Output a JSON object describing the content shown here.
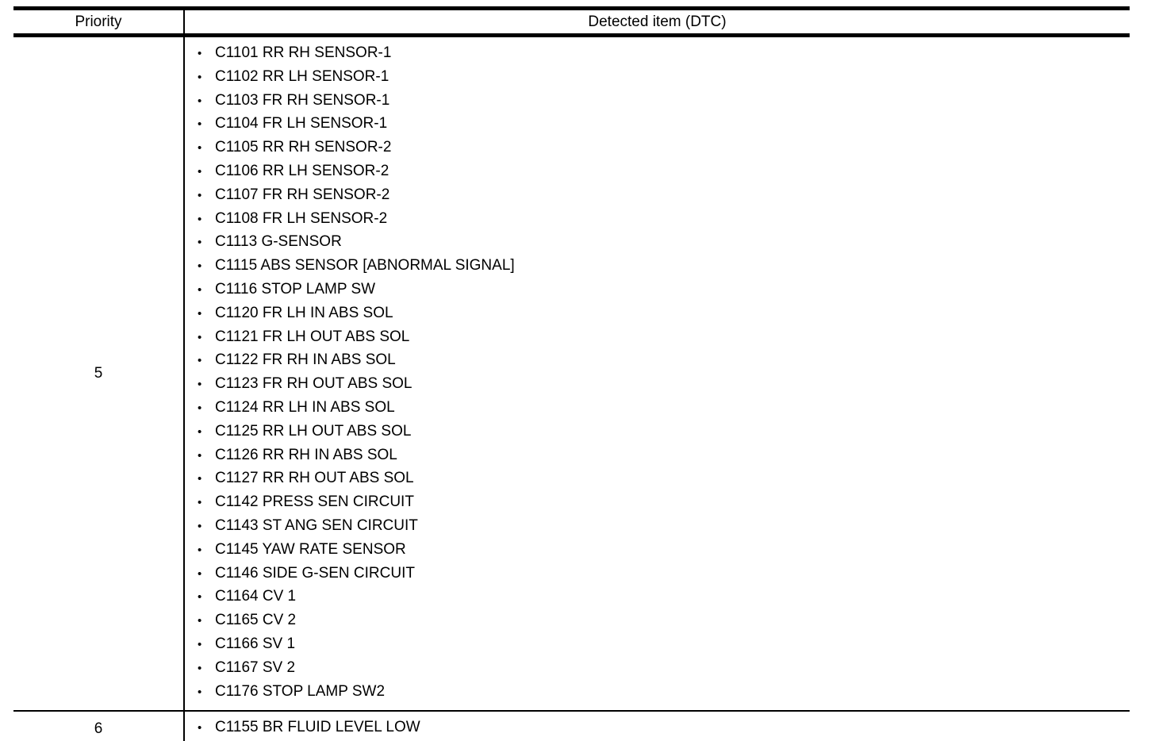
{
  "colors": {
    "background": "#ffffff",
    "text": "#000000",
    "border": "#000000"
  },
  "table": {
    "headers": [
      "Priority",
      "Detected item (DTC)"
    ],
    "bullet": "•",
    "rows": [
      {
        "priority": "5",
        "items": [
          "C1101 RR RH SENSOR-1",
          "C1102 RR LH SENSOR-1",
          "C1103 FR RH SENSOR-1",
          "C1104 FR LH SENSOR-1",
          "C1105 RR RH SENSOR-2",
          "C1106 RR LH SENSOR-2",
          "C1107 FR RH SENSOR-2",
          "C1108 FR LH SENSOR-2",
          "C1113 G-SENSOR",
          "C1115 ABS SENSOR [ABNORMAL SIGNAL]",
          "C1116 STOP LAMP SW",
          "C1120 FR LH IN ABS SOL",
          "C1121 FR LH OUT ABS SOL",
          "C1122 FR RH IN ABS SOL",
          "C1123 FR RH OUT ABS SOL",
          "C1124 RR LH IN ABS SOL",
          "C1125 RR LH OUT ABS SOL",
          "C1126 RR RH IN ABS SOL",
          "C1127 RR RH OUT ABS SOL",
          "C1142 PRESS SEN CIRCUIT",
          "C1143 ST ANG SEN CIRCUIT",
          "C1145 YAW RATE SENSOR",
          "C1146 SIDE G-SEN CIRCUIT",
          "C1164 CV 1",
          "C1165 CV 2",
          "C1166 SV 1",
          "C1167 SV 2",
          "C1176 STOP LAMP SW2"
        ]
      },
      {
        "priority": "6",
        "items": [
          "C1155 BR FLUID LEVEL LOW"
        ]
      }
    ]
  }
}
